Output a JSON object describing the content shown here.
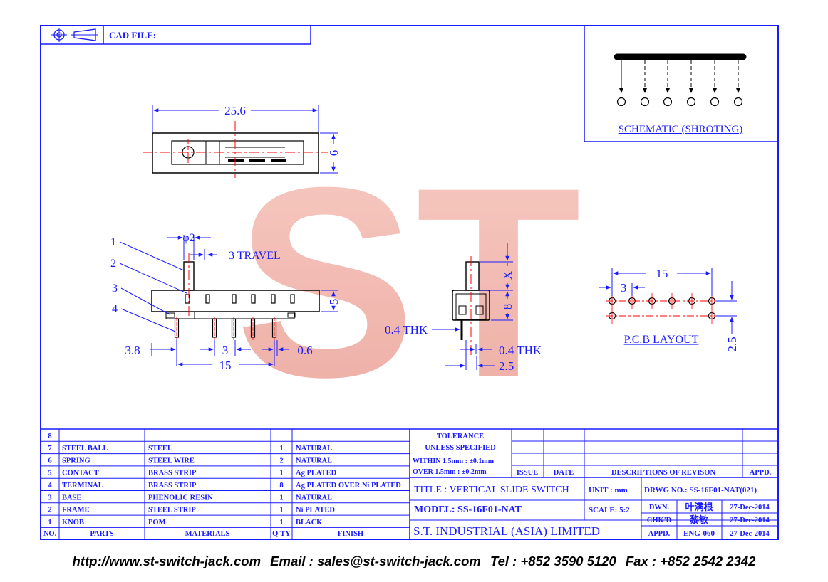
{
  "header": {
    "cad_label": "CAD FILE:"
  },
  "watermark": {
    "text": "ST"
  },
  "schematic": {
    "title": "SCHEMATIC (SHROTING)"
  },
  "dims": {
    "length": "25.6",
    "height": "6",
    "knob_dia": "φ2",
    "travel": "3 TRAVEL",
    "base_h": "5",
    "left_offset": "3.8",
    "pitch": "3",
    "pin_w": "0.6",
    "pin_span": "15",
    "side_x": "X",
    "side_h": "8",
    "thk_left": "0.4 THK",
    "thk_right": "0.4 THK",
    "side_w": "2.5",
    "pcb_span": "15",
    "pcb_pitch": "3",
    "pcb_row": "2.5"
  },
  "callouts": [
    "1",
    "2",
    "3",
    "4"
  ],
  "pcb": {
    "title": "P.C.B LAYOUT"
  },
  "bom": {
    "headers": {
      "no": "NO.",
      "parts": "PARTS",
      "materials": "MATERIALS",
      "qty": "Q'TY",
      "finish": "FINISH"
    },
    "rows": [
      {
        "no": "8",
        "part": "",
        "material": "",
        "qty": "",
        "finish": ""
      },
      {
        "no": "7",
        "part": "STEEL BALL",
        "material": "STEEL",
        "qty": "1",
        "finish": "NATURAL"
      },
      {
        "no": "6",
        "part": "SPRING",
        "material": "STEEL WIRE",
        "qty": "2",
        "finish": "NATURAL"
      },
      {
        "no": "5",
        "part": "CONTACT",
        "material": "BRASS STRIP",
        "qty": "1",
        "finish": "Ag PLATED"
      },
      {
        "no": "4",
        "part": "TERMINAL",
        "material": "BRASS STRIP",
        "qty": "8",
        "finish": "Ag PLATED OVER Ni PLATED"
      },
      {
        "no": "3",
        "part": "BASE",
        "material": "PHENOLIC RESIN",
        "qty": "1",
        "finish": "NATURAL"
      },
      {
        "no": "2",
        "part": "FRAME",
        "material": "STEEL STRIP",
        "qty": "1",
        "finish": "Ni PLATED"
      },
      {
        "no": "1",
        "part": "KNOB",
        "material": "POM",
        "qty": "1",
        "finish": "BLACK"
      }
    ]
  },
  "tolerance": {
    "title": "TOLERANCE",
    "sub": "UNLESS  SPECIFIED",
    "within": "WITHIN  1.5mm : ±0.1mm",
    "over": "OVER   1.5mm : ±0.2mm"
  },
  "revision": {
    "issue": "ISSUE",
    "date": "DATE",
    "desc": "DESCRIPTIONS  OF  REVISON",
    "appd": "APPD."
  },
  "title_block": {
    "title": "TITLE : VERTICAL SLIDE SWITCH",
    "unit": "UNIT :   mm",
    "drwg": "DRWG NO.: SS-16F01-NAT(021)",
    "model": "MODEL: SS-16F01-NAT",
    "scale": "SCALE:  5:2",
    "company": "S.T.  INDUSTRIAL  (ASIA)  LIMITED",
    "dwn_label": "DWN.",
    "dwn_name": "叶满根",
    "dwn_date": "27-Dec-2014",
    "chk_label": "CHK'D",
    "chk_name": "黎敏",
    "chk_date": "27-Dec-2014",
    "appd_label": "APPD.",
    "appd_name": "ENG-060",
    "appd_date": "27-Dec-2014"
  },
  "footer": {
    "url": "http://www.st-switch-jack.com",
    "email": "Email : sales@st-switch-jack.com",
    "tel": "Tel : +852 3590 5120",
    "fax": "Fax : +852 2542 2342"
  }
}
